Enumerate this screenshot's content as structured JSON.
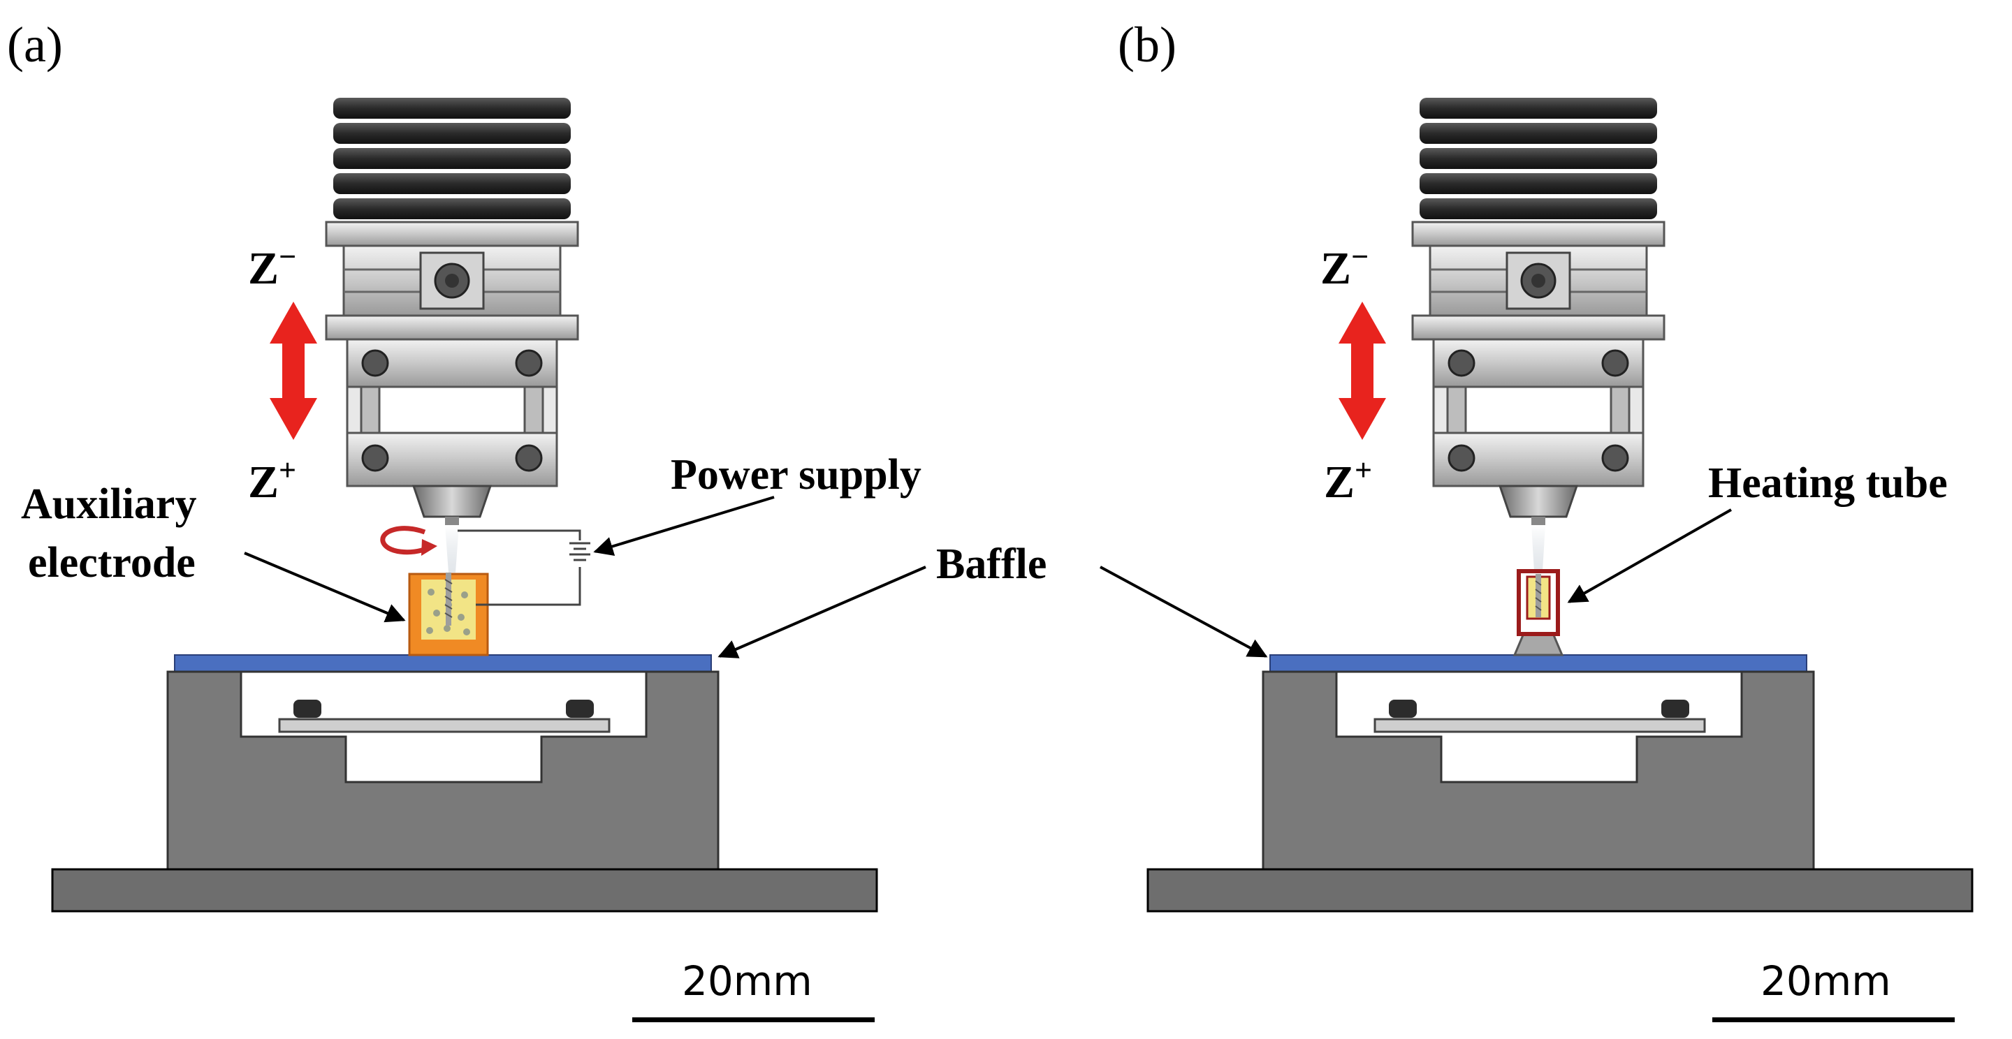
{
  "panels": {
    "a": {
      "label": "(a)",
      "z_minus": "Z",
      "z_minus_sup": "−",
      "z_plus": "Z",
      "z_plus_sup": "+",
      "power_supply": "Power supply",
      "aux_line1": "Auxiliary",
      "aux_line2": "electrode",
      "baffle": "Baffle",
      "scale": "20mm"
    },
    "b": {
      "label": "(b)",
      "z_minus": "Z",
      "z_minus_sup": "−",
      "z_plus": "Z",
      "z_plus_sup": "+",
      "heating_tube": "Heating tube",
      "scale": "20mm"
    }
  },
  "colors": {
    "baffle": "#4a6fc0",
    "stage": "#7a7a7a",
    "base": "#6e6e6e",
    "arrow": "#e8231e",
    "electrode_cup": "#f08a24",
    "electrolyte": "#f2e486",
    "heating_tube": "#9b1b1b"
  }
}
